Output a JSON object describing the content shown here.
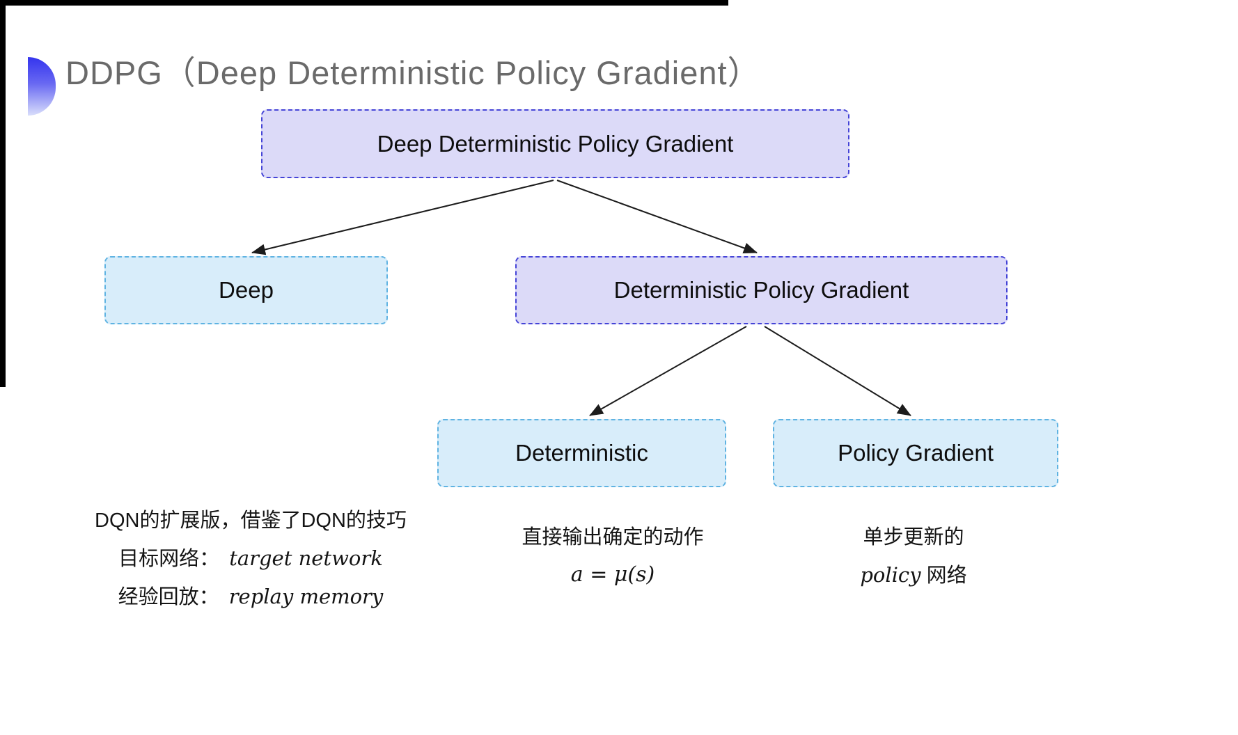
{
  "page": {
    "title": "DDPG（Deep Deterministic Policy Gradient）"
  },
  "diagram": {
    "nodes": [
      {
        "id": "root",
        "label": "Deep Deterministic Policy Gradient",
        "variant": "purple"
      },
      {
        "id": "deep",
        "label": "Deep",
        "variant": "cyan"
      },
      {
        "id": "dpg",
        "label": "Deterministic Policy Gradient",
        "variant": "purple"
      },
      {
        "id": "det",
        "label": "Deterministic",
        "variant": "cyan"
      },
      {
        "id": "pg",
        "label": "Policy Gradient",
        "variant": "cyan"
      }
    ],
    "edges": [
      {
        "from": "root",
        "to": "deep"
      },
      {
        "from": "root",
        "to": "dpg"
      },
      {
        "from": "dpg",
        "to": "det"
      },
      {
        "from": "dpg",
        "to": "pg"
      }
    ]
  },
  "notes": {
    "deep": {
      "line1": "DQN的扩展版，借鉴了DQN的技巧",
      "line2_label": "目标网络：",
      "line2_value": "target network",
      "line3_label": "经验回放：",
      "line3_value": "replay memory"
    },
    "deterministic": {
      "line1": "直接输出确定的动作",
      "formula": "a = μ(s)"
    },
    "policy_gradient": {
      "line1": "单步更新的",
      "line2_italic": "policy",
      "line2_rest": " 网络"
    }
  },
  "colors": {
    "purple_fill": "#dcdaf8",
    "purple_border": "#4544d7",
    "cyan_fill": "#d8edfa",
    "cyan_border": "#5fb3e2",
    "title_gray": "#6a6a6a",
    "bullet_blue": "#3434ee",
    "arrow": "#1c1c1c"
  }
}
